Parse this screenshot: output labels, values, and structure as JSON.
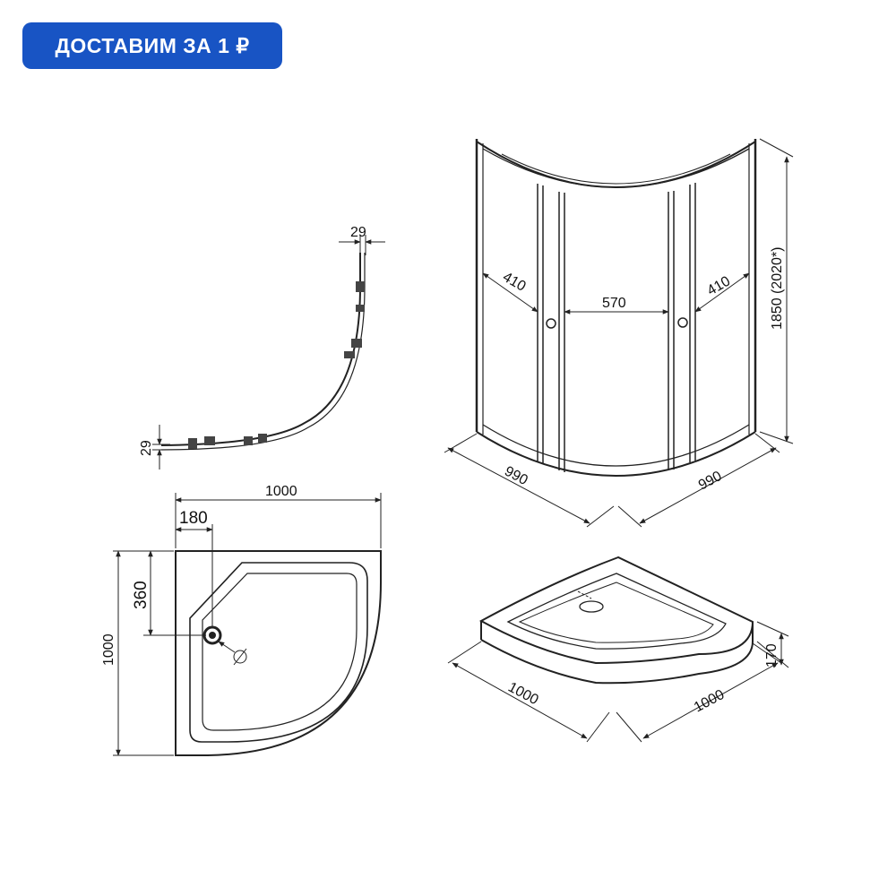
{
  "badge": {
    "text": "ДОСТАВИМ ЗА 1 ₽",
    "color": "#1854c4"
  },
  "profile_plan": {
    "top_dim": "29",
    "left_dim": "29"
  },
  "tray_plan": {
    "width": "1000",
    "height": "1000",
    "drain_x": "180",
    "drain_y": "360",
    "drain_symbol": "⌀"
  },
  "cabin_front": {
    "left_door": "410",
    "center": "570",
    "right_door": "410",
    "height": "1850 (2020*)",
    "depth_left": "990",
    "depth_right": "990"
  },
  "tray_iso": {
    "left": "1000",
    "right": "1000",
    "height": "170"
  }
}
